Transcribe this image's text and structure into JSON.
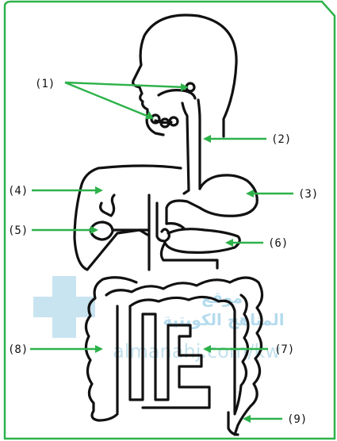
{
  "labels": {
    "l1": "(1)",
    "l2": "(2)",
    "l3": "(3)",
    "l4": "(4)",
    "l5": "(5)",
    "l6": "(6)",
    "l7": "(7)",
    "l8": "(8)",
    "l9": "(9)"
  },
  "watermark": {
    "arabic": "المناهج الكويتية",
    "url": "almanahj.com/kw",
    "logo_word": "موقع"
  },
  "colors": {
    "frame": "#2db24a",
    "arrow": "#2db24a",
    "outline": "#111111",
    "watermark": "#b9dcea"
  }
}
